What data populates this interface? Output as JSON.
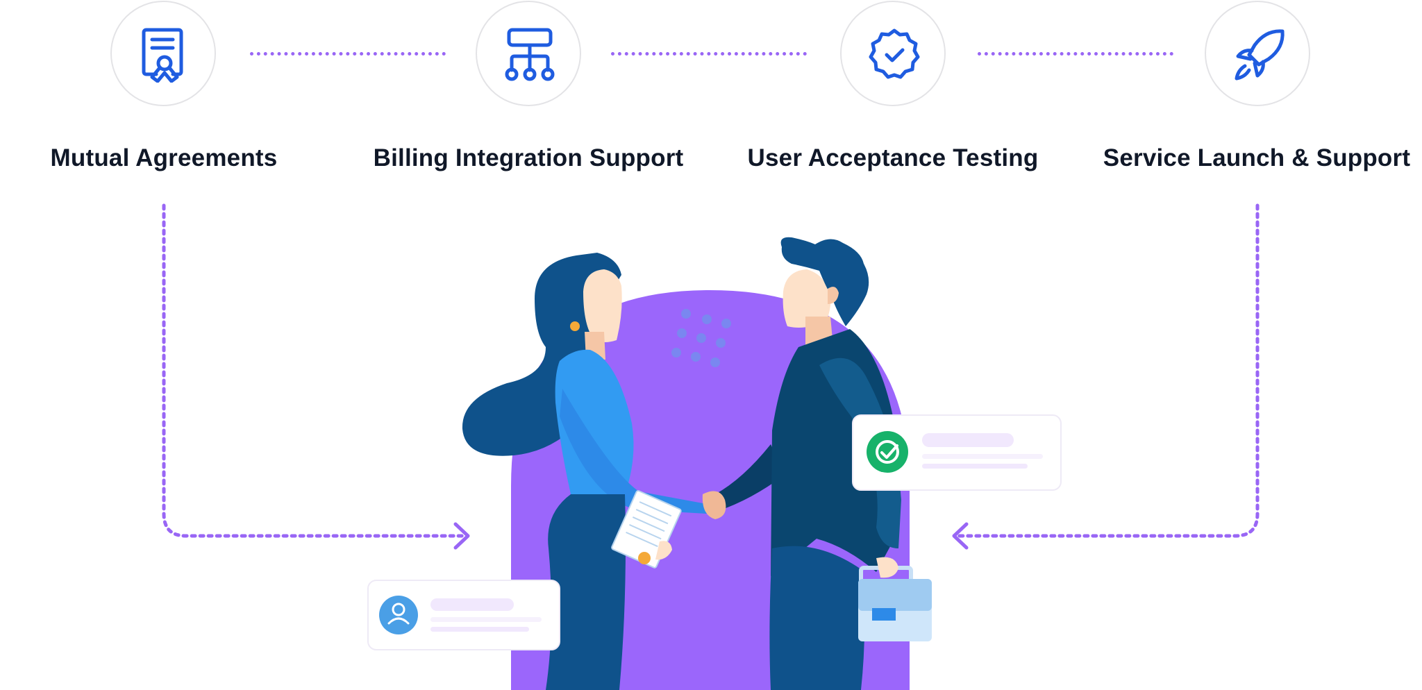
{
  "steps": [
    {
      "label": "Mutual Agreements",
      "icon": "certificate-icon"
    },
    {
      "label": "Billing Integration Support",
      "icon": "hierarchy-icon"
    },
    {
      "label": "User Acceptance Testing",
      "icon": "verified-badge-icon"
    },
    {
      "label": "Service Launch & Support",
      "icon": "rocket-icon"
    }
  ],
  "colors": {
    "icon_blue": "#1f5ce0",
    "connector_purple": "#9966f5",
    "arch_purple": "#9b66fb",
    "navy": "#0f528b",
    "text": "#101828"
  }
}
